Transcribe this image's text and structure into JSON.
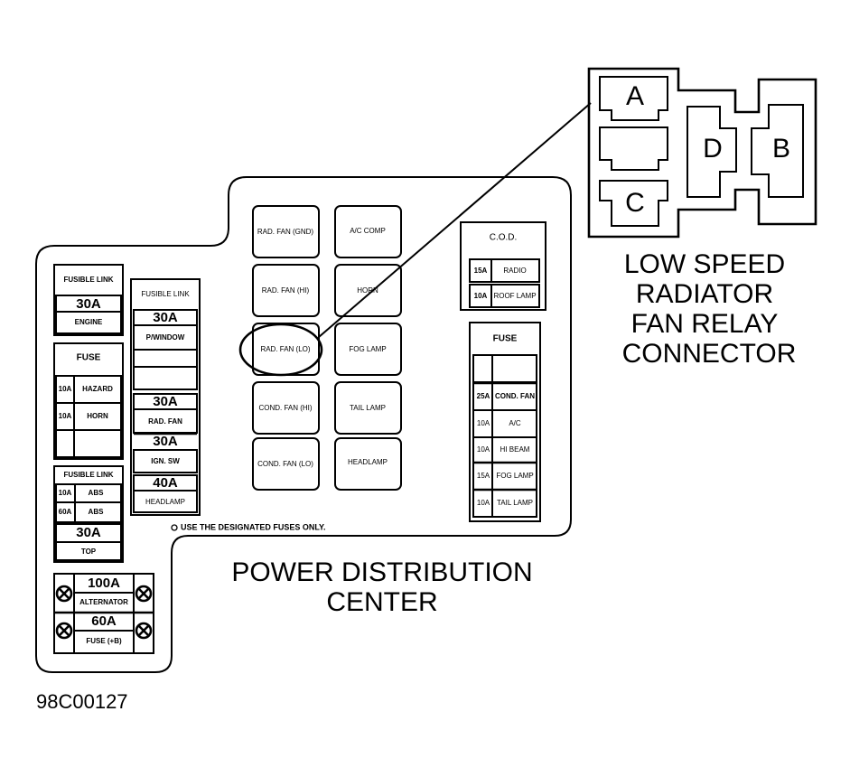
{
  "title": {
    "line1": "POWER DISTRIBUTION",
    "line2": "CENTER"
  },
  "connector_label": {
    "line1": "LOW SPEED",
    "line2": "RADIATOR",
    "line3": "FAN RELAY",
    "line4": "CONNECTOR"
  },
  "connector_pins": [
    "A",
    "B",
    "C",
    "D"
  ],
  "figure_code": "98C00127",
  "note": "USE THE DESIGNATED FUSES ONLY.",
  "left_fusible_link_top": {
    "header": "FUSIBLE LINK",
    "rating": "30A",
    "circuit": "ENGINE"
  },
  "left_fuse": {
    "header": "FUSE",
    "rows": [
      {
        "rating": "10A",
        "circuit": "HAZARD"
      },
      {
        "rating": "10A",
        "circuit": "HORN"
      },
      {
        "rating": "",
        "circuit": ""
      }
    ]
  },
  "left_fusible_link_bottom": {
    "header": "FUSIBLE LINK",
    "rows": [
      {
        "rating": "10A",
        "circuit": "ABS"
      },
      {
        "rating": "60A",
        "circuit": "ABS"
      }
    ],
    "main_rating": "30A",
    "main_circuit": "TOP"
  },
  "main_links": [
    {
      "rating": "100A",
      "circuit": "ALTERNATOR"
    },
    {
      "rating": "60A",
      "circuit": "FUSE (+B)"
    }
  ],
  "center_fusible_link": {
    "header": "FUSIBLE LINK",
    "items": [
      {
        "rating": "30A",
        "circuit": "P/WINDOW"
      },
      {
        "rating": "",
        "circuit": ""
      },
      {
        "rating": "30A",
        "circuit": "RAD. FAN"
      },
      {
        "rating": "30A",
        "circuit": "IGN. SW"
      },
      {
        "rating": "40A",
        "circuit": "HEADLAMP"
      }
    ]
  },
  "relays": {
    "left_column": [
      "RAD. FAN (GND)",
      "RAD. FAN (HI)",
      "RAD. FAN (LO)",
      "COND. FAN (HI)",
      "COND. FAN (LO)"
    ],
    "right_column": [
      "A/C COMP",
      "HORN",
      "FOG LAMP",
      "TAIL LAMP",
      "HEADLAMP"
    ],
    "highlighted": "RAD. FAN (LO)"
  },
  "cod": {
    "header": "C.O.D.",
    "rows": [
      {
        "rating": "15A",
        "circuit": "RADIO"
      },
      {
        "rating": "10A",
        "circuit": "ROOF LAMP"
      }
    ]
  },
  "right_fuse": {
    "header": "FUSE",
    "rows": [
      {
        "rating": "",
        "circuit": ""
      },
      {
        "rating": "25A",
        "circuit": "COND. FAN"
      },
      {
        "rating": "10A",
        "circuit": "A/C"
      },
      {
        "rating": "10A",
        "circuit": "HI BEAM"
      },
      {
        "rating": "15A",
        "circuit": "FOG LAMP"
      },
      {
        "rating": "10A",
        "circuit": "TAIL LAMP"
      }
    ]
  }
}
